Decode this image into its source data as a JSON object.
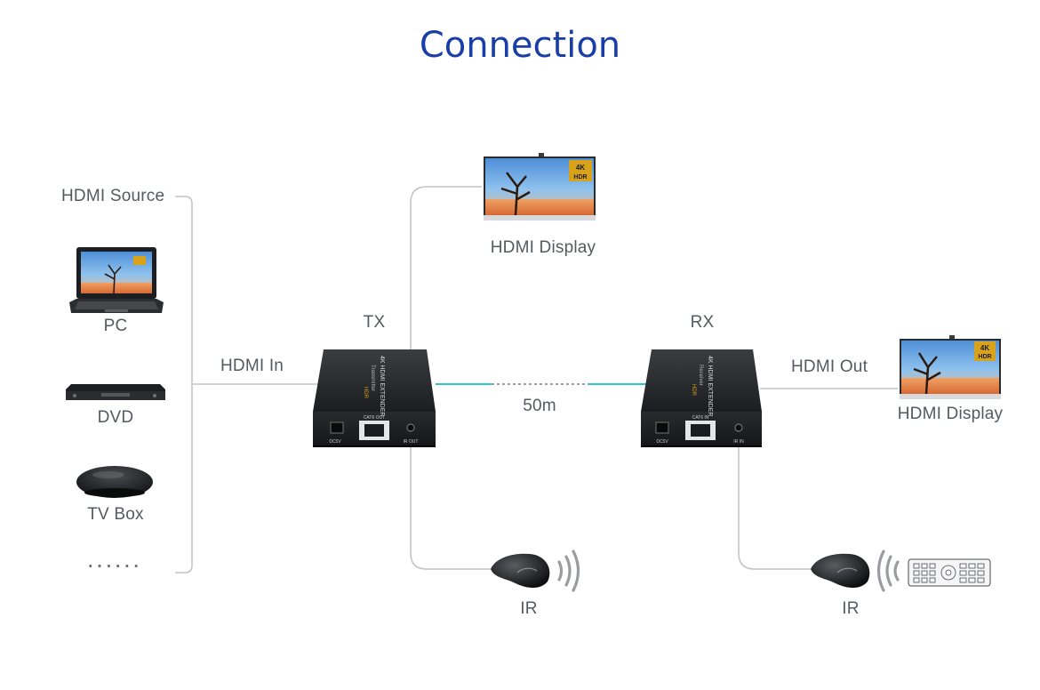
{
  "title": "Connection",
  "colors": {
    "title": "#1a3ea8",
    "cable": "#2bc4d4",
    "line": "#c4c4c4",
    "label": "#555a60"
  },
  "source": {
    "heading": "HDMI Source",
    "devices": [
      {
        "label": "PC",
        "icon": "laptop-icon"
      },
      {
        "label": "DVD",
        "icon": "dvd-player-icon"
      },
      {
        "label": "TV Box",
        "icon": "tv-box-icon"
      }
    ],
    "more": "......"
  },
  "hdmi_in": "HDMI In",
  "tx": {
    "label": "TX",
    "face_text": "4K HDMI EXTENDER",
    "sub_text": "Transmitter",
    "badge": "HDR",
    "ports": {
      "power": "DC5V",
      "cat": "CAT6 OUT",
      "ir": "IR OUT"
    }
  },
  "rx": {
    "label": "RX",
    "face_text": "4K HDMI EXTENDER",
    "sub_text": "Receiver",
    "badge": "HDR",
    "ports": {
      "power": "DC5V",
      "cat": "CAT6 IN",
      "ir": "IR IN"
    }
  },
  "distance": "50m",
  "local_display": {
    "label": "HDMI Display",
    "badge_top": "4K",
    "badge_bottom": "HDR"
  },
  "hdmi_out": "HDMI Out",
  "remote_display": {
    "label": "HDMI Display",
    "badge_top": "4K",
    "badge_bottom": "HDR"
  },
  "ir_tx": {
    "label": "IR"
  },
  "ir_rx": {
    "label": "IR"
  }
}
